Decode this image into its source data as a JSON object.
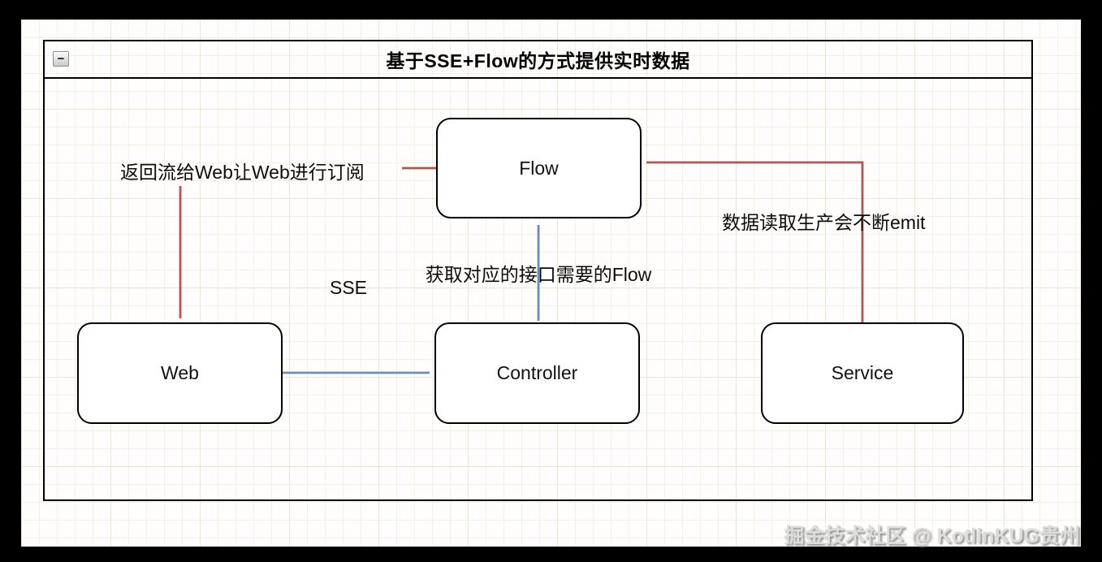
{
  "frame": {
    "title": "基于SSE+Flow的方式提供实时数据",
    "collapse_glyph": "−"
  },
  "nodes": {
    "flow": {
      "label": "Flow"
    },
    "web": {
      "label": "Web"
    },
    "controller": {
      "label": "Controller"
    },
    "service": {
      "label": "Service"
    }
  },
  "edges": {
    "return_stream_label": "返回流给Web让Web进行订阅",
    "sse_label": "SSE",
    "fetch_flow_label": "获取对应的接口需要的Flow",
    "emit_label": "数据读取生产会不断emit"
  },
  "colors": {
    "red": "#b85450",
    "blue": "#6c8ebf",
    "node_border": "#000000",
    "canvas_background": "#fffefc",
    "page_background": "#000000"
  },
  "watermark": "掘金技术社区 @ KotlinKUG贵州"
}
